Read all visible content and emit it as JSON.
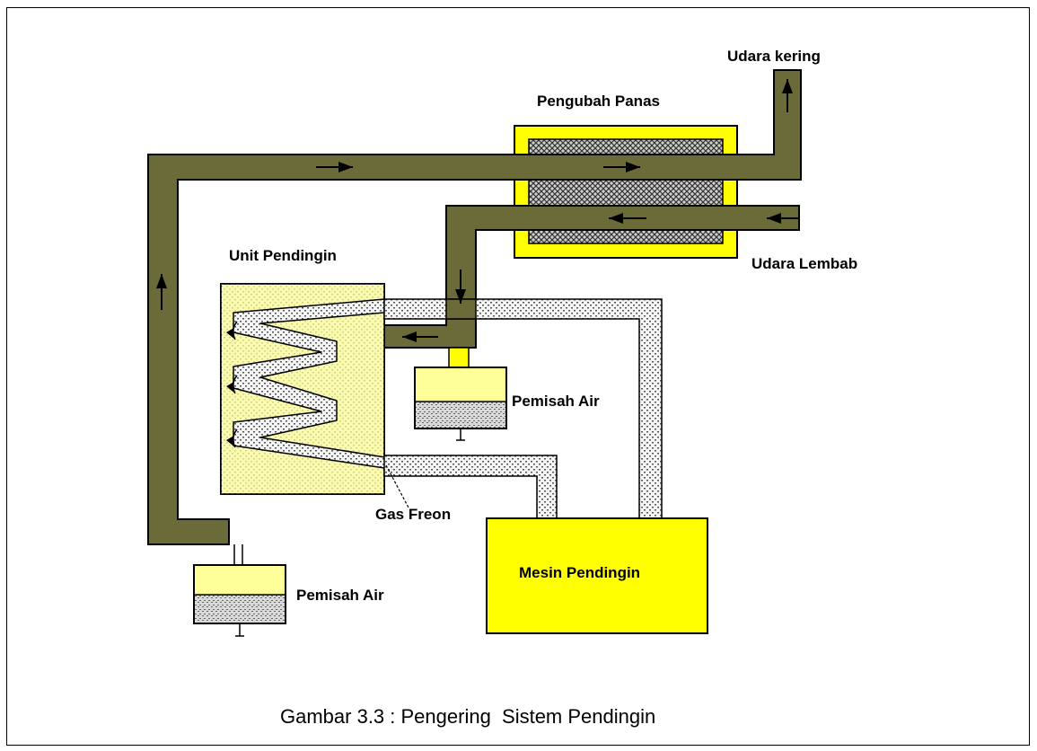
{
  "labels": {
    "udara_kering": "Udara kering",
    "pengubah_panas": "Pengubah Panas",
    "unit_pendingin": "Unit Pendingin",
    "udara_lembab": "Udara Lembab",
    "pemisah_air_1": "Pemisah Air",
    "pemisah_air_2": "Pemisah Air",
    "gas_freon": "Gas Freon",
    "mesin_pendingin": "Mesin Pendingin"
  },
  "caption": "Gambar 3.3 : Pengering  Sistem Pendingin",
  "colors": {
    "duct": "#6b6b3a",
    "yellow": "#ffff00",
    "pale_yellow": "#ffff99",
    "outline": "#000000"
  }
}
